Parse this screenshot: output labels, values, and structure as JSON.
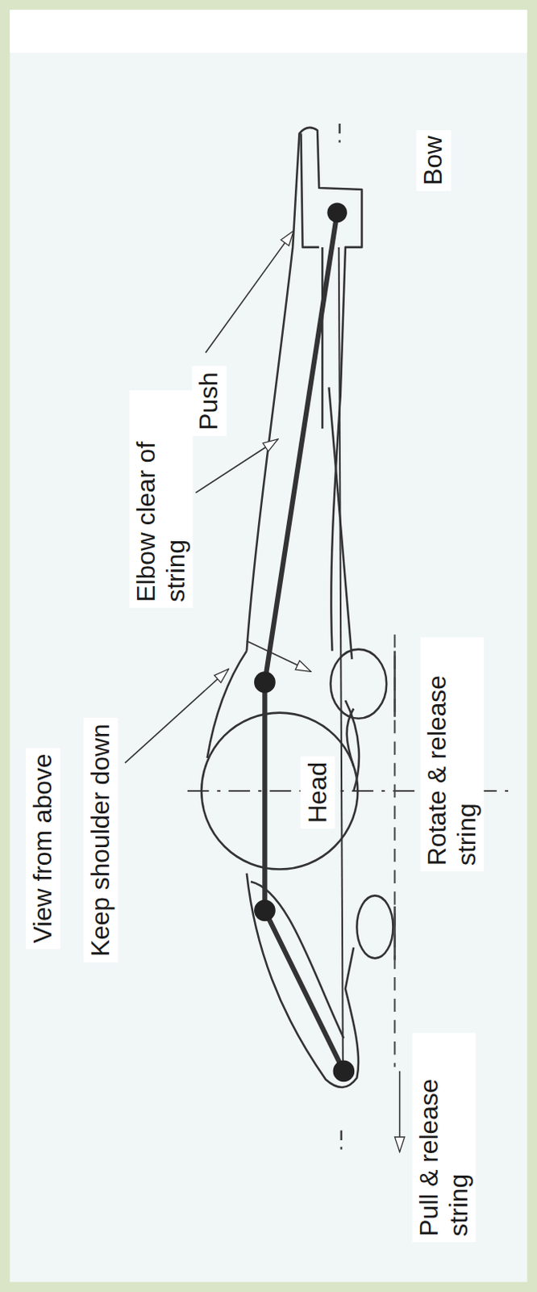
{
  "diagram": {
    "title": "View from above",
    "labels": [
      "Keep shoulder down",
      "Elbow clear of string",
      "Push",
      "Bow",
      "Head",
      "Rotate & release string",
      "Pull & release string"
    ]
  }
}
